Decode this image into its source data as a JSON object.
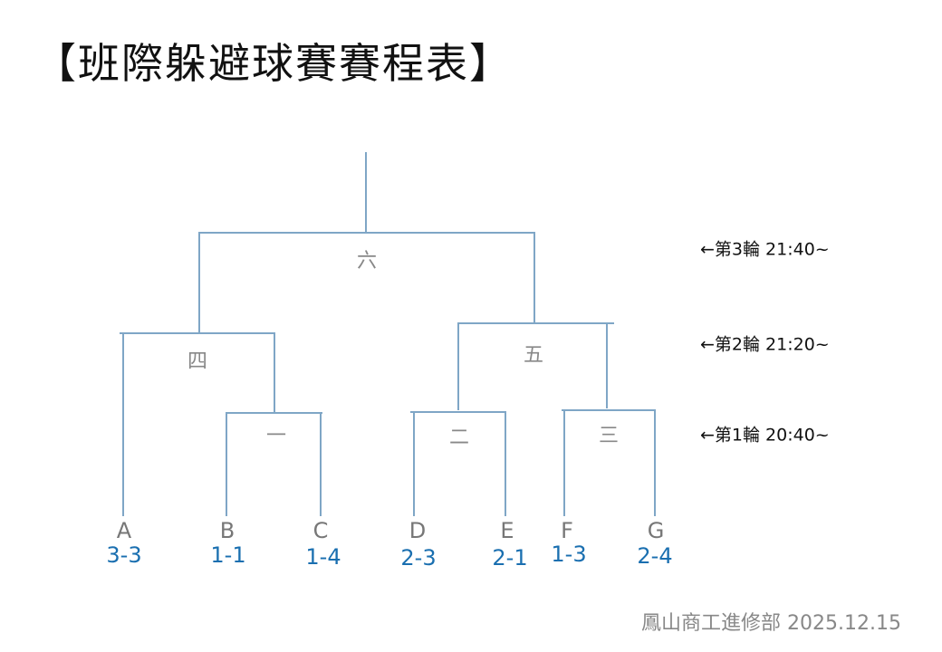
{
  "title": "【班際躲避球賽賽程表】",
  "matches": {
    "m1": "一",
    "m2": "二",
    "m3": "三",
    "m4": "四",
    "m5": "五",
    "m6": "六"
  },
  "teams": [
    {
      "name": "A",
      "score": "3-3"
    },
    {
      "name": "B",
      "score": "1-1"
    },
    {
      "name": "C",
      "score": "1-4"
    },
    {
      "name": "D",
      "score": "2-3"
    },
    {
      "name": "E",
      "score": "2-1"
    },
    {
      "name": "F",
      "score": "1-3"
    },
    {
      "name": "G",
      "score": "2-4"
    }
  ],
  "rounds": [
    {
      "label": "←第3輪  21:40~"
    },
    {
      "label": "←第2輪  21:20~"
    },
    {
      "label": "←第1輪  20:40~"
    }
  ],
  "footer": "鳳山商工進修部 2025.12.15",
  "colors": {
    "line": "#7fa6c6",
    "score": "#1a6fb0"
  }
}
